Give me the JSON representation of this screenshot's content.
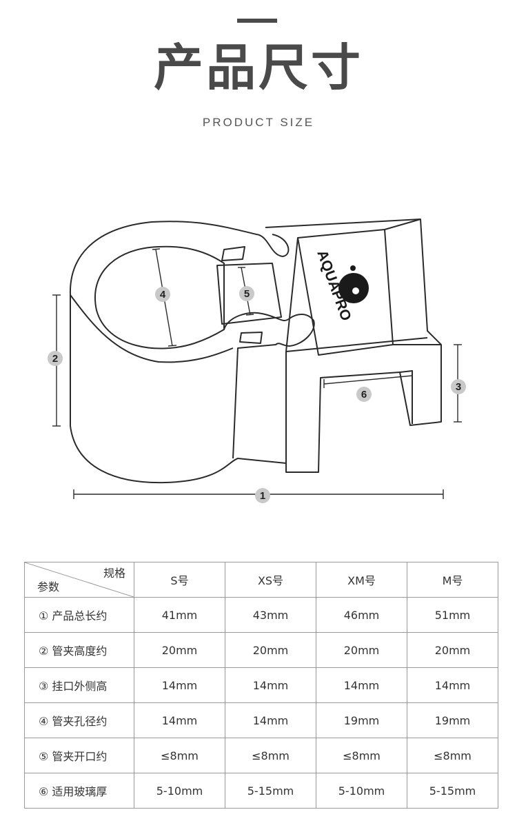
{
  "header": {
    "title": "产品尺寸",
    "subtitle": "PRODUCT SIZE"
  },
  "diagram": {
    "brand": "AQUAPRO",
    "markers": [
      "1",
      "2",
      "3",
      "4",
      "5",
      "6"
    ]
  },
  "table": {
    "corner_top": "规格",
    "corner_bottom": "参数",
    "columns": [
      "S号",
      "XS号",
      "XM号",
      "M号"
    ],
    "rows": [
      {
        "label": "① 产品总长约",
        "values": [
          "41mm",
          "43mm",
          "46mm",
          "51mm"
        ]
      },
      {
        "label": "② 管夹高度约",
        "values": [
          "20mm",
          "20mm",
          "20mm",
          "20mm"
        ]
      },
      {
        "label": "③ 挂口外侧高",
        "values": [
          "14mm",
          "14mm",
          "14mm",
          "14mm"
        ]
      },
      {
        "label": "④ 管夹孔径约",
        "values": [
          "14mm",
          "14mm",
          "19mm",
          "19mm"
        ]
      },
      {
        "label": "⑤ 管夹开口约",
        "values": [
          "≤8mm",
          "≤8mm",
          "≤8mm",
          "≤8mm"
        ]
      },
      {
        "label": "⑥ 适用玻璃厚",
        "values": [
          "5-10mm",
          "5-15mm",
          "5-10mm",
          "5-15mm"
        ]
      }
    ]
  }
}
